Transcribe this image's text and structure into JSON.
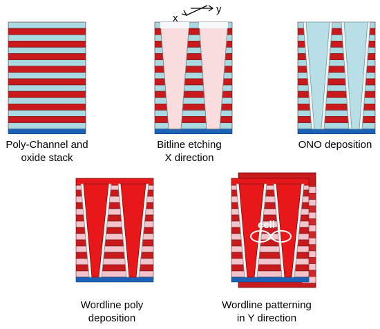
{
  "colors": {
    "oxide": "#a9dae2",
    "poly_channel": "#c8191c",
    "layer_outline": "#6b1a1a",
    "substrate": "#1c63b8",
    "etched_pink": "#f8dcde",
    "ono_fill": "#b8dee6",
    "wordline_poly": "#e8171a",
    "cell_marker": "#ffffff"
  },
  "axes": {
    "x_label": "x",
    "y_label": "y"
  },
  "panels": [
    {
      "id": "stack",
      "caption": [
        "Poly-Channel and",
        "oxide stack"
      ]
    },
    {
      "id": "bitline",
      "caption": [
        "Bitline etching",
        "X direction"
      ]
    },
    {
      "id": "ono",
      "caption": [
        "ONO deposition"
      ]
    },
    {
      "id": "wl_poly",
      "caption": [
        "Wordline poly",
        "deposition"
      ]
    },
    {
      "id": "wl_pattern",
      "caption": [
        "Wordline patterning",
        "in Y direction"
      ],
      "cell_label": "cell"
    }
  ]
}
